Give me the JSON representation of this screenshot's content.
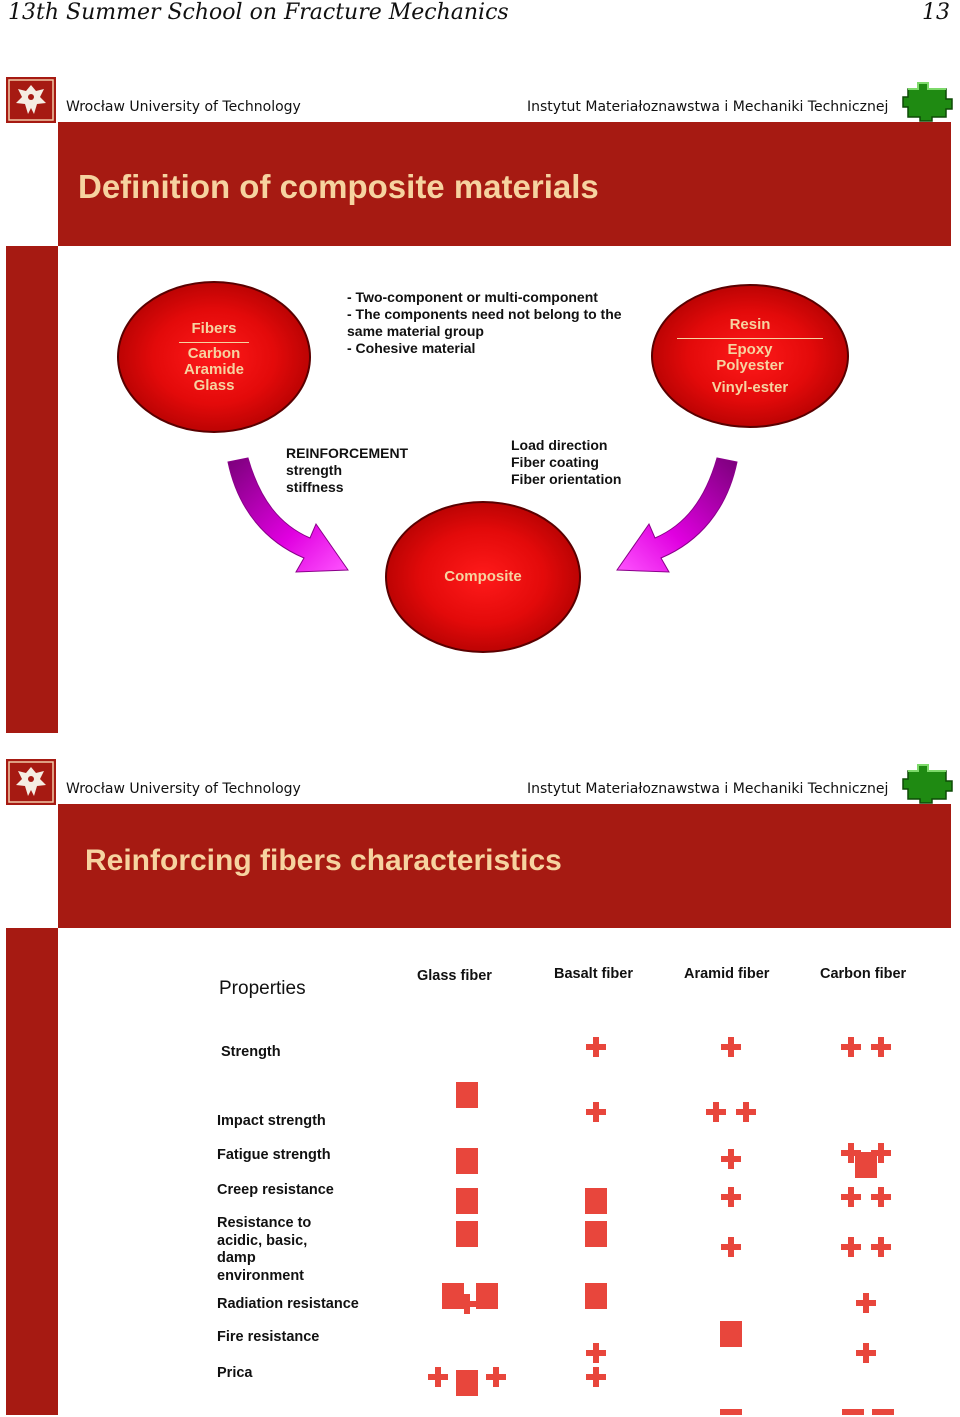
{
  "doc": {
    "title": "13th Summer School on Fracture Mechanics",
    "page": "13"
  },
  "slide1": {
    "university": "Wrocław University of Technology",
    "institute": "Instytut Materiałoznawstwa i Mechaniki Technicznej",
    "title": "Definition of composite materials",
    "fibers": {
      "heading": "Fibers",
      "items": [
        "Carbon",
        "Aramide",
        "Glass"
      ]
    },
    "definition": [
      "- Two-component or multi-component",
      "- The components need not belong to the",
      "same material group",
      "- Cohesive material"
    ],
    "resin": {
      "heading": "Resin",
      "items": [
        "Epoxy",
        "Polyester",
        "Vinyl-ester"
      ]
    },
    "reinforcement": [
      "REINFORCEMENT",
      "strength",
      "stiffness"
    ],
    "factors": [
      "Load direction",
      "Fiber coating",
      "Fiber orientation"
    ],
    "composite": "Composite",
    "colors": {
      "band": "#a61a12",
      "title_text": "#f6d3a0",
      "ellipse": "#e30a0a",
      "arrow": "#d400d4"
    }
  },
  "slide2": {
    "university": "Wrocław University of Technology",
    "institute": "Instytut Materiałoznawstwa i Mechaniki Technicznej",
    "title": "Reinforcing fibers characteristics",
    "table": {
      "properties_label": "Properties",
      "columns": [
        "Glass fiber",
        "Basalt fiber",
        "Aramid fiber",
        "Carbon fiber"
      ],
      "rows": [
        {
          "label": [
            "Strength"
          ],
          "marks": [
            "",
            "+",
            "+",
            "++"
          ]
        },
        {
          "label": [
            "Impact strength"
          ],
          "marks": [
            "block",
            "+",
            "++",
            ""
          ]
        },
        {
          "label": [
            "Fatigue strength"
          ],
          "marks": [
            "block",
            "",
            "+",
            "++block"
          ]
        },
        {
          "label": [
            "Creep resistance"
          ],
          "marks": [
            "block",
            "block",
            "+",
            "++"
          ]
        },
        {
          "label": [
            "Resistance to",
            "acidic, basic,",
            "damp",
            "environment"
          ],
          "marks": [
            "block",
            "block",
            "+",
            "++"
          ]
        },
        {
          "label": [
            "Radiation resistance"
          ],
          "marks": [
            "block+block",
            "block",
            "",
            "+"
          ]
        },
        {
          "label": [
            "Fire resistance"
          ],
          "marks": [
            "",
            "+",
            "block",
            "+"
          ]
        },
        {
          "label": [
            "Prica"
          ],
          "marks": [
            "+block+",
            "+",
            "-",
            "--"
          ]
        }
      ]
    },
    "colors": {
      "band": "#a61a12",
      "title_text": "#f6d3a0",
      "mark": "#e8463c"
    }
  }
}
